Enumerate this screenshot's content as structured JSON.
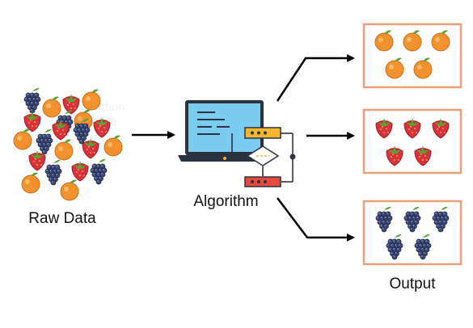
{
  "labels": {
    "raw_data": "Raw Data",
    "algorithm": "Algorithm",
    "output": "Output"
  },
  "colors": {
    "box_border": "#e8a07a",
    "arrow": "#000000",
    "orange": "#f2922e",
    "strawberry": "#d8323a",
    "grape": "#3e4a78",
    "leaf": "#5aa332",
    "screen": "#7ccbf0",
    "laptop_frame": "#2b3240",
    "flow_yellow": "#f5b52e",
    "flow_red": "#e54b3c"
  },
  "icons": {
    "input": "mixed-fruit-pile",
    "algorithm": "laptop-flowchart-icon",
    "output_1": "oranges",
    "output_2": "strawberries",
    "output_3": "grapes"
  },
  "output_boxes": [
    {
      "fruit": "orange",
      "count": 5
    },
    {
      "fruit": "strawberry",
      "count": 5
    },
    {
      "fruit": "grape",
      "count": 5
    }
  ]
}
